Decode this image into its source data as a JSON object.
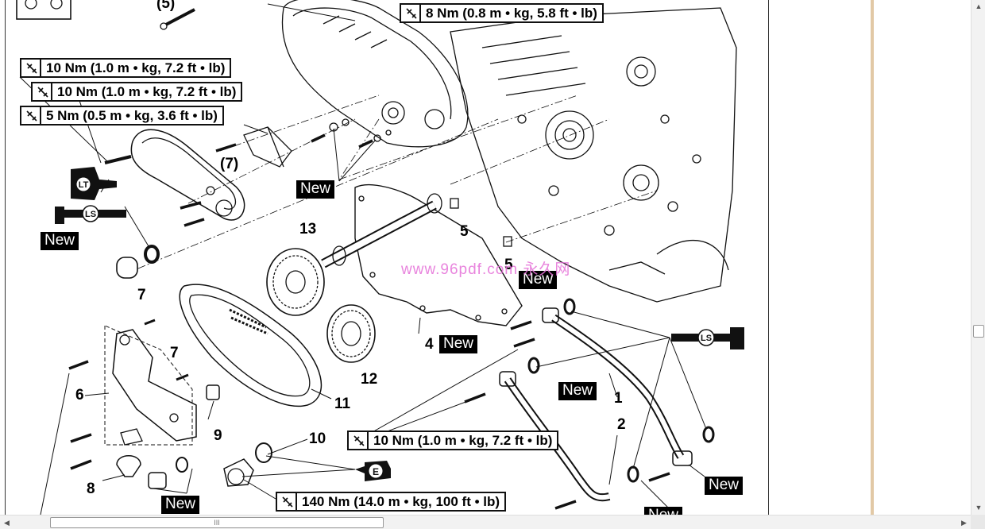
{
  "torque_specs": [
    {
      "text": "8 Nm (0.8 m • kg, 5.8 ft • lb)"
    },
    {
      "text": "10 Nm (1.0 m • kg, 7.2 ft • lb)"
    },
    {
      "text": "10 Nm (1.0 m • kg, 7.2 ft • lb)"
    },
    {
      "text": "5 Nm (0.5 m • kg, 3.6 ft • lb)"
    },
    {
      "text": "10 Nm (1.0 m • kg, 7.2 ft • lb)"
    },
    {
      "text": "140 Nm (14.0 m • kg, 100 ft • lb)"
    }
  ],
  "new_tag": "New",
  "callouts": [
    "(5)",
    "(7)",
    "13",
    "5",
    "5",
    "7",
    "7",
    "6",
    "9",
    "10",
    "11",
    "12",
    "4",
    "1",
    "2",
    "8"
  ],
  "symbols": {
    "lt": "LT",
    "ls": "LS",
    "e": "E"
  },
  "watermark": "www.96pdf.com 永久网",
  "scroll": {
    "h_thumb_grip": "III",
    "up": "▲",
    "down": "▼",
    "left": "◀",
    "right": "▶"
  }
}
